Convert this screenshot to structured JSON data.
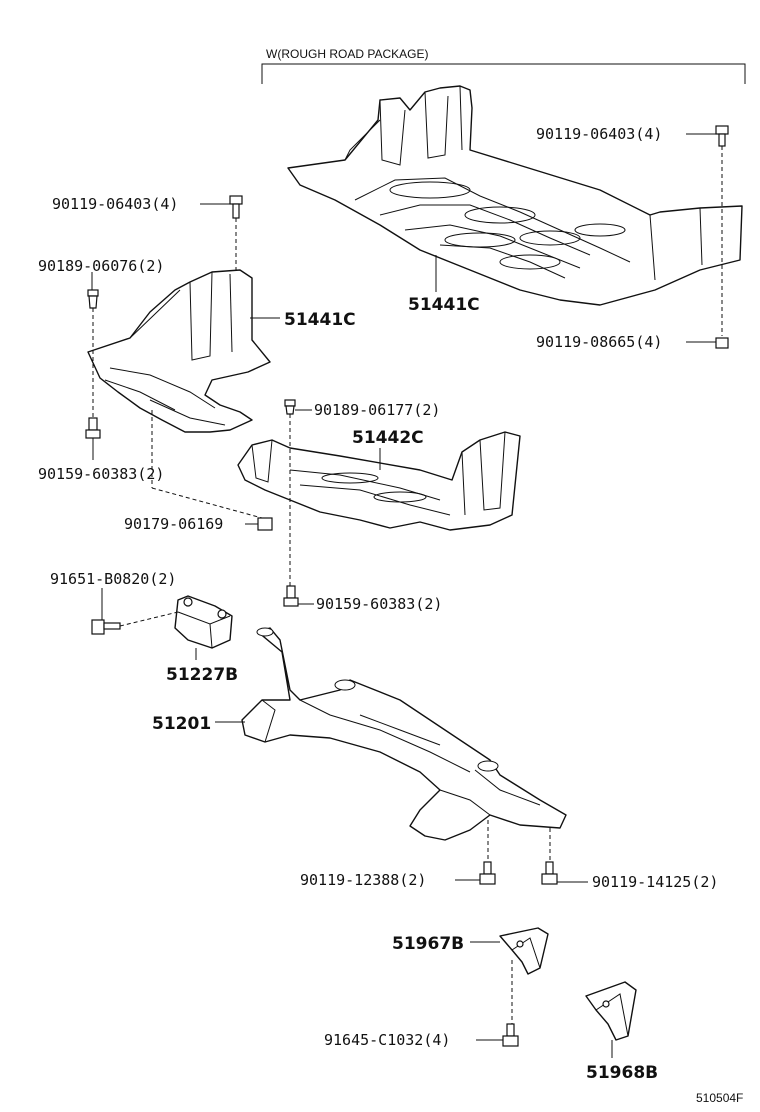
{
  "variant_note": "W(ROUGH ROAD PACKAGE)",
  "figure_code": "510504F",
  "labels": {
    "p90119_06403_right": "90119-06403(4)",
    "p90119_06403_left": "90119-06403(4)",
    "p90189_06076": "90189-06076(2)",
    "p51441c_left": "51441C",
    "p51441c_main": "51441C",
    "p90119_08665": "90119-08665(4)",
    "p90189_06177": "90189-06177(2)",
    "p51442c": "51442C",
    "p90159_60383_left": "90159-60383(2)",
    "p90179_06169": "90179-06169",
    "p91651_b0820": "91651-B0820(2)",
    "p90159_60383_center": "90159-60383(2)",
    "p51227b": "51227B",
    "p51201": "51201",
    "p90119_12388": "90119-12388(2)",
    "p90119_14125": "90119-14125(2)",
    "p51967b": "51967B",
    "p91645_c1032": "91645-C1032(4)",
    "p51968b": "51968B"
  }
}
